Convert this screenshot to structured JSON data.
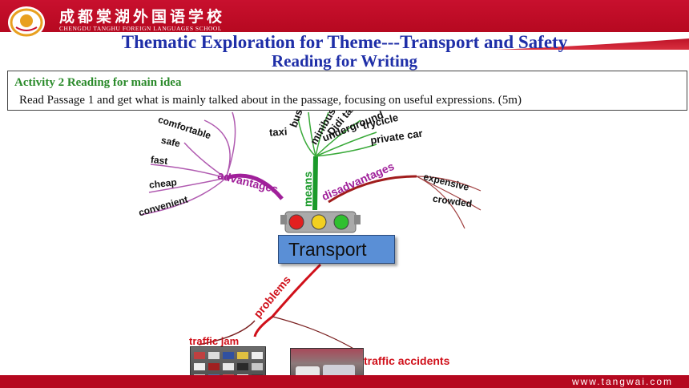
{
  "header": {
    "school_cn": "成都棠湖外国语学校",
    "school_en": "CHENGDU TANGHU FOREIGN LANGUAGES SCHOOL",
    "title_line1": "Thematic Exploration for Theme---Transport and Safety",
    "title_line2": "Reading for Writing"
  },
  "activity": {
    "title": "Activity 2 Reading for main idea",
    "instruction": "Read  Passage 1 and get what is mainly talked about in the passage, focusing on useful expressions. (5m)"
  },
  "mindmap": {
    "center": "Transport",
    "advantages_label": "advantages",
    "advantages": [
      "comfortable",
      "safe",
      "fast",
      "cheap",
      "convenient"
    ],
    "means_label": "means",
    "means": [
      "taxi",
      "bus",
      "minibus",
      "Didi taxi",
      "underground",
      "trycicle",
      "private car"
    ],
    "disadvantages_label": "disadvantages",
    "disadvantages": [
      "expensive",
      "crowded"
    ],
    "problems_label": "problems",
    "problems": [
      "traffic jam",
      "traffic accidents"
    ]
  },
  "footer": {
    "url": "www.tangwai.com"
  },
  "colors": {
    "brand_red": "#c8102e",
    "title_blue": "#1f2fa8",
    "activity_green": "#2a8a2a",
    "advantages_purple": "#a0209a",
    "means_green": "#1a9a2a",
    "disadvantages_red": "#a01c1c",
    "problems_red": "#d0101a",
    "center_blue": "#5a8fd6"
  }
}
